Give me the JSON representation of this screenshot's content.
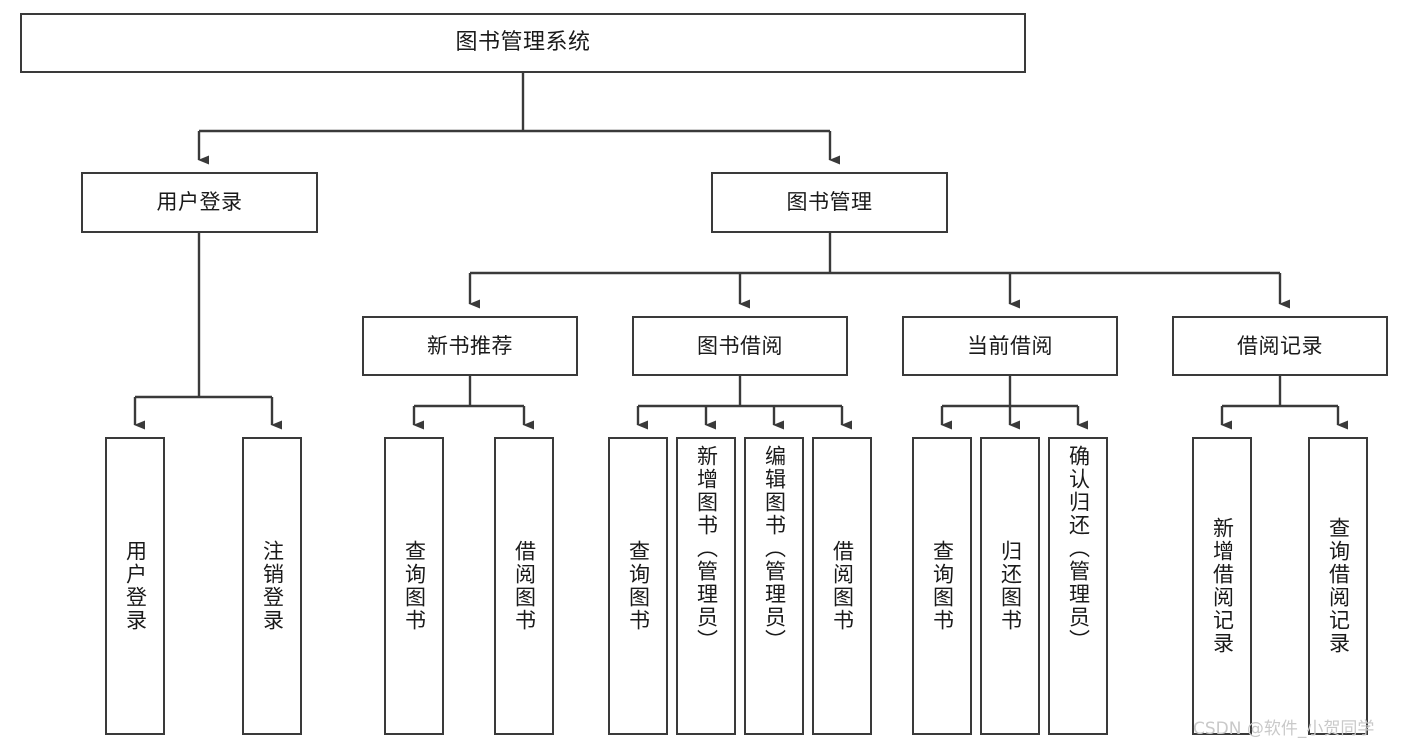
{
  "diagram": {
    "title": "图书管理系统",
    "type": "hierarchy-tree",
    "root": {
      "label": "图书管理系统"
    },
    "level2": [
      {
        "label": "用户登录"
      },
      {
        "label": "图书管理"
      }
    ],
    "level3": [
      {
        "label": "新书推荐"
      },
      {
        "label": "图书借阅"
      },
      {
        "label": "当前借阅"
      },
      {
        "label": "借阅记录"
      }
    ],
    "leaves": {
      "user_login": [
        {
          "label": "用户登录"
        },
        {
          "label": "注销登录"
        }
      ],
      "new_book_recommend": [
        {
          "label": "查询图书"
        },
        {
          "label": "借阅图书"
        }
      ],
      "book_borrow": [
        {
          "label": "查询图书"
        },
        {
          "label": "新增图书（管理员）"
        },
        {
          "label": "编辑图书（管理员）"
        },
        {
          "label": "借阅图书"
        }
      ],
      "current_borrow": [
        {
          "label": "查询图书"
        },
        {
          "label": "归还图书"
        },
        {
          "label": "确认归还（管理员）"
        }
      ],
      "borrow_record": [
        {
          "label": "新增借阅记录"
        },
        {
          "label": "查询借阅记录"
        }
      ]
    }
  },
  "watermark": {
    "text": "CSDN @软件_小贺同学"
  },
  "colors": {
    "border": "#3a3a3a",
    "background": "#ffffff",
    "text": "#1a1a1a",
    "watermark": "#c9c9c9"
  }
}
